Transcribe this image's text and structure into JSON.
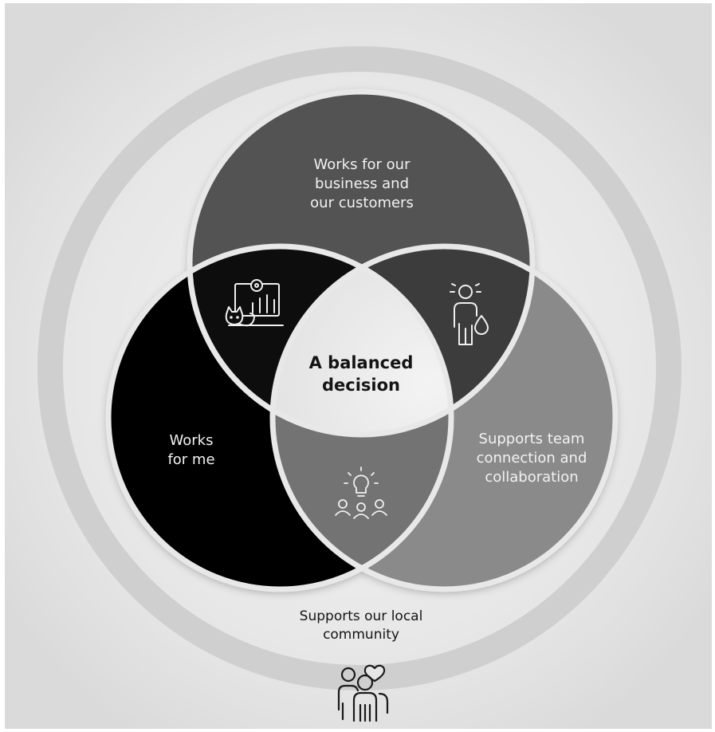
{
  "center": {
    "line1": "A balanced",
    "line2": "decision"
  },
  "top_circle": {
    "lines": [
      "Works for our",
      "business and",
      "our customers"
    ]
  },
  "left_circle": {
    "lines": [
      "Works",
      "for me"
    ]
  },
  "right_circle": {
    "lines": [
      "Supports team",
      "connection and",
      "collaboration"
    ]
  },
  "outer_ring": {
    "lines": [
      "Supports our local",
      "community"
    ]
  },
  "icons": {
    "top_left_lens": "person-with-cat-at-computer-icon",
    "top_right_lens": "person-with-water-drop-icon",
    "bottom_lens": "team-idea-lightbulb-icon",
    "community": "community-group-heart-icon"
  },
  "colors": {
    "background": "#e6e6e6",
    "outer_ring": "#cfcfcf",
    "top_circle": "#525252",
    "left_circle": "#050505",
    "right_circle": "#8a8a8a",
    "lens_top_left": "#0d0d0d",
    "lens_top_right": "#3c3c3c",
    "lens_bottom": "#737373",
    "center": "#e9e9e9",
    "text_light": "#f2f2f2",
    "text_dark": "#141414"
  }
}
